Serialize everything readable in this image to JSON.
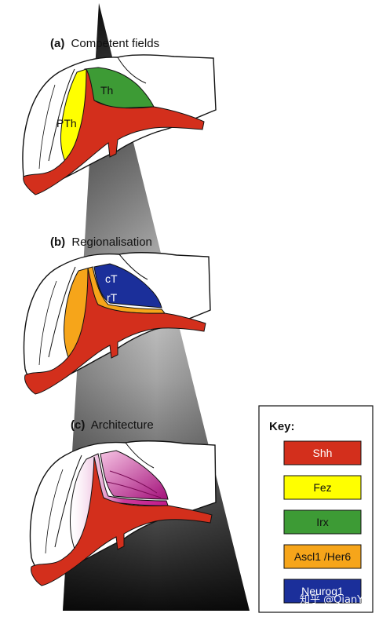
{
  "panels": [
    {
      "letter": "(a)",
      "title": "Competent fields",
      "labels": {
        "th": "Th",
        "pth": "PTh"
      }
    },
    {
      "letter": "(b)",
      "title": "Regionalisation",
      "labels": {
        "ct": "cT",
        "rt": "rT"
      }
    },
    {
      "letter": "(c)",
      "title": "Architecture"
    }
  ],
  "key": {
    "title": "Key:",
    "items": [
      {
        "label": "Shh",
        "color": "#d32f1c",
        "text_color": "#ffffff"
      },
      {
        "label": "Fez",
        "color": "#ffff00",
        "text_color": "#111111"
      },
      {
        "label": "Irx",
        "color": "#3d9b35",
        "text_color": "#111111"
      },
      {
        "label": "Ascl1 /Her6",
        "color": "#f6a51a",
        "text_color": "#111111"
      },
      {
        "label": "Neurog1",
        "color": "#1b2f9a",
        "text_color": "#ffffff"
      }
    ]
  },
  "watermark": "知乎 @QianY",
  "colors": {
    "shh": "#d32f1c",
    "fez": "#ffff00",
    "irx": "#3d9b35",
    "ascl": "#f6a51a",
    "neurog": "#1b2f9a",
    "magenta": "#c2188a"
  }
}
